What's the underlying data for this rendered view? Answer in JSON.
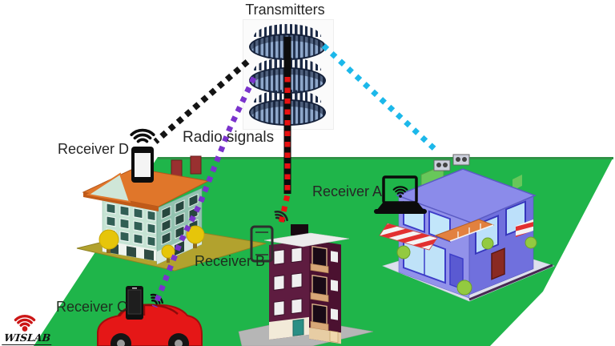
{
  "title": "Transmitters",
  "labels": {
    "radio_signals": "Radio signals",
    "receiver_a": "Receiver A",
    "receiver_b": "Receiver B",
    "receiver_c": "Receiver C",
    "receiver_d": "Receiver D"
  },
  "watermark": {
    "text": "WISLAB"
  },
  "colors": {
    "ground": "#1fb54a",
    "ground_edge": "#2f9246",
    "signal_black": "#141414",
    "signal_purple": "#7a33cc",
    "signal_red": "#e81212",
    "signal_cyan": "#1cb8ea",
    "wislab_red": "#cc1616"
  }
}
